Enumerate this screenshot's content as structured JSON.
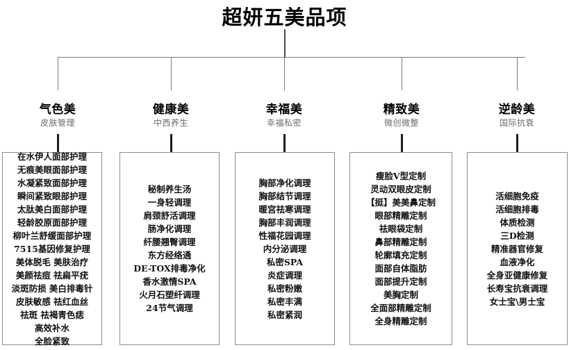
{
  "title": "超妍五美品项",
  "chart_data": {
    "type": "diagram",
    "diagram_kind": "organization-tree",
    "title": "超妍五美品项",
    "root_label": "超妍五美品项",
    "branch_count": 5,
    "branches": [
      {
        "heading": "气色美",
        "subheading": "皮肤管理",
        "item_count": 13,
        "items": [
          "在水伊人面部护理",
          "无痕美眼面部护理",
          "水凝紧致面部护理",
          "瞬间紧致眼部护理",
          "太肽美白面部护理",
          "轻龄胶原面部护理",
          "柳叶兰舒缓面部护理",
          "7515基因修复护理",
          "美体脱毛 美肤治疗",
          "美颜祛痘 祛扁平疣",
          "淡斑防损 美白排毒针",
          "皮肤敏感 祛红血丝",
          "祛斑  祛褐青色痣",
          "高效补水",
          "全脸紧致"
        ]
      },
      {
        "heading": "健康美",
        "subheading": "中西养生",
        "item_count": 10,
        "items": [
          "秘制养生汤",
          "一身轻调理",
          "肩颈舒活调理",
          "肠净化调理",
          "纤腰翘臀调理",
          "东方经络通",
          "DE-TOX排毒净化",
          "香水激情SPA",
          "火月石塑纤调理",
          "24节气调理"
        ]
      },
      {
        "heading": "幸福美",
        "subheading": "幸福私密",
        "item_count": 11,
        "items": [
          "胸部净化调理",
          "胸部结节调理",
          "暖宫祛寒调理",
          "胸部丰润调理",
          "性福花园调理",
          "内分泌调理",
          "私密SPA",
          "炎症调理",
          "私密粉嫩",
          "私密丰满",
          "私密紧润"
        ]
      },
      {
        "heading": "精致美",
        "subheading": "微创微整",
        "item_count": 12,
        "items": [
          "瘦脸V型定制",
          "灵动双眼皮定制",
          "【挺】美美鼻定制",
          "眼部精雕定制",
          "祛眼袋定制",
          "鼻部精雕定制",
          "轮廓填充定制",
          "面部自体脂肪",
          "面部提升定制",
          "美胸定制",
          "全面部精雕定制",
          "全身精雕定制"
        ]
      },
      {
        "heading": "逆龄美",
        "subheading": "国际抗衰",
        "item_count": 9,
        "items": [
          "活细胞免疫",
          "活细胞排毒",
          "体质检测",
          "三D检测",
          "精准器官修复",
          "血液净化",
          "全身亚健康修复",
          "长寿宝抗衰调理",
          "女士宝\\男士宝"
        ]
      }
    ],
    "colors": {
      "background": "#ffffff",
      "title_text": "#000000",
      "heading_text": "#000000",
      "subheading_text": "#6b6b6b",
      "item_text": "#111111",
      "box_border": "#8a8a8a",
      "connector_line": "#7a7a7a",
      "stem_line": "#1c1c1c"
    }
  }
}
